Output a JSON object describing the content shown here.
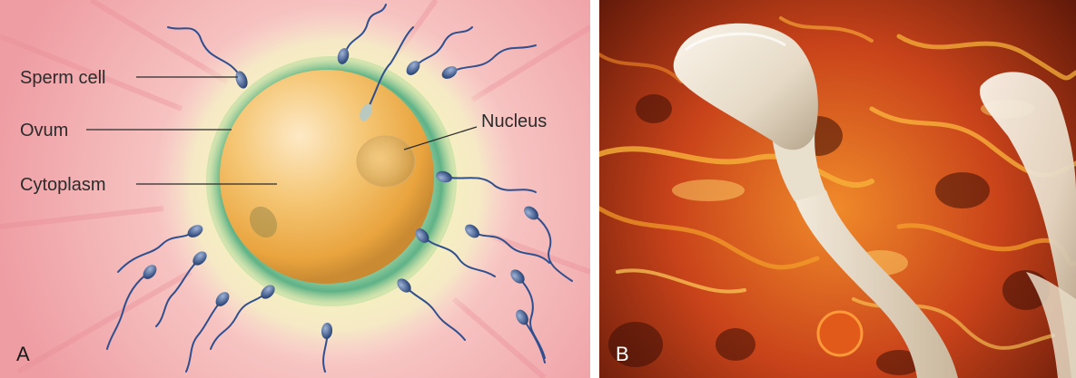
{
  "panel_a": {
    "letter": "A",
    "labels": {
      "sperm_cell": "Sperm cell",
      "ovum": "Ovum",
      "cytoplasm": "Cytoplasm",
      "nucleus": "Nucleus"
    }
  },
  "panel_b": {
    "letter": "B"
  },
  "colors": {
    "background_pink": "#f3a9ad",
    "halo_yellow": "#f3f0b5",
    "zona_green": "#62b489",
    "cytoplasm_orange": "#eeb55a",
    "sperm_blue": "#2f4f8f",
    "micrograph_orange": "#e0641c",
    "sperm_head_cream": "#ece2d2"
  }
}
